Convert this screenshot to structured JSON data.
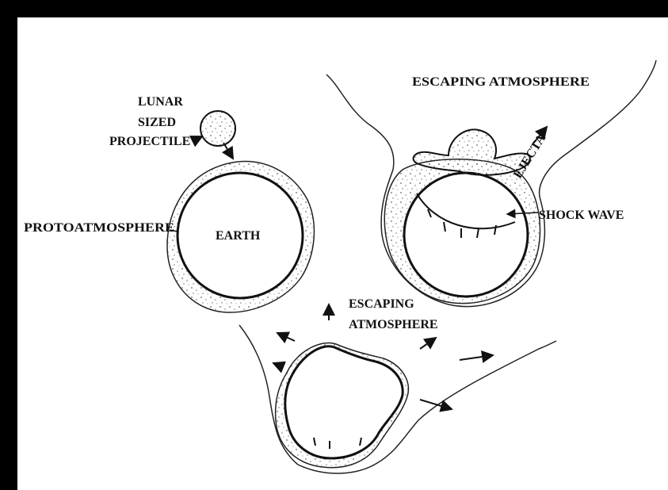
{
  "labels": {
    "lunar": "LUNAR",
    "sized": "SIZED",
    "projectile": "PROJECTILE",
    "protoatmosphere": "PROTOATMOSPHERE",
    "earth": "EARTH",
    "escaping_atmosphere_top": "ESCAPING ATMOSPHERE",
    "ejecta": "EJECTA",
    "shock_wave": "SHOCK WAVE",
    "escaping_bottom_1": "ESCAPING",
    "escaping_bottom_2": "ATMOSPHERE"
  },
  "colors": {
    "frame": "#000000",
    "paper": "#ffffff",
    "ink": "#111111",
    "stipple": "#777777"
  }
}
